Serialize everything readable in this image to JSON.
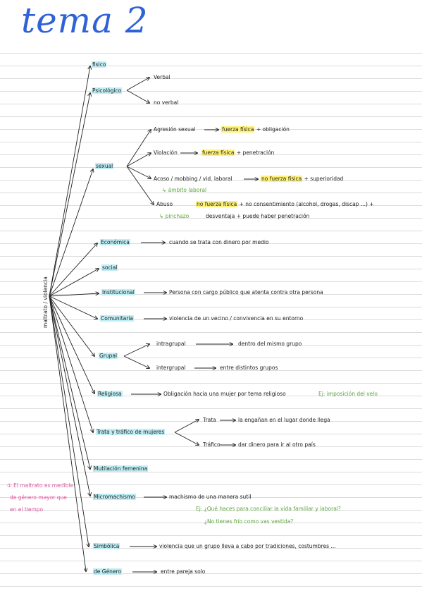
{
  "title": "tema 2",
  "root": "maltrato / violencia",
  "nodes": {
    "fisico": "fisico",
    "psicologico": "Psicológico",
    "verbal": "Verbal",
    "no_verbal": "no verbal",
    "sexual": "sexual",
    "agresion_label": "Agresión sexual",
    "agresion_hl": "fuerza física",
    "agresion_rest": "+ obligación",
    "violacion_label": "Violación",
    "violacion_hl": "fuerza física",
    "violacion_rest": "+ penetración",
    "acoso_label": "Acoso / mobbing / vid. laboral",
    "acoso_hl": "no fuerza física",
    "acoso_rest": "+ superioridad",
    "acoso_note": "↳ ámbito laboral",
    "abuso_label": "Abuso",
    "abuso_hl": "no fuerza física",
    "abuso_rest": "+ no consentimiento (alcohol, drogas, discap ...) +",
    "abuso_note": "↳ pinchazo",
    "abuso_line2": "desventaja + puede haber penetración",
    "economica": "Económica",
    "economica_desc": "cuando se trata con dinero por medio",
    "social": "social",
    "institucional": "Institucional",
    "institucional_desc": "Persona con cargo público que atenta contra otra persona",
    "comunitaria": "Comunitaria",
    "comunitaria_desc": "violencia de un vecino / convivencia en su entorno",
    "grupal": "Grupal",
    "intragrupal": "intragrupal",
    "intragrupal_desc": "dentro del mismo grupo",
    "intergrupal": "intergrupal",
    "intergrupal_desc": "entre distintos grupos",
    "religiosa": "Religiosa",
    "religiosa_desc": "Obligación hacia una mujer por tema religioso",
    "religiosa_example": "Ej: imposición del velo",
    "trata_trafico": "Trata y tráfico de mujeres",
    "trata": "Trata",
    "trata_desc": "la engañan en el lugar donde llega",
    "trafico": "Tráfico",
    "trafico_desc": "dar dinero para ir al otro país",
    "mutilacion": "Mutilación femenina",
    "micromachismo": "Micromachismo",
    "micromachismo_desc": "machismo de una manera sutil",
    "micromachismo_ex1": "Ej: ¿Qué haces para conciliar la vida familiar y laboral?",
    "micromachismo_ex2": "¿No tienes frío como vas vestida?",
    "simbolica": "Simbólica",
    "simbolica_desc": "violencia que un grupo lleva a cabo por tradiciones, costumbres ...",
    "genero": "de Género",
    "genero_desc": "entre pareja solo"
  },
  "side_note": [
    "① El maltrato es medible",
    "de género mayor que",
    "en el tiempo"
  ],
  "colors": {
    "title": "#2f62d6",
    "highlight_blue": "#bfeef5",
    "highlight_yellow": "#fff27a",
    "green_note": "#5aa53a",
    "pink_note": "#e0559d"
  }
}
